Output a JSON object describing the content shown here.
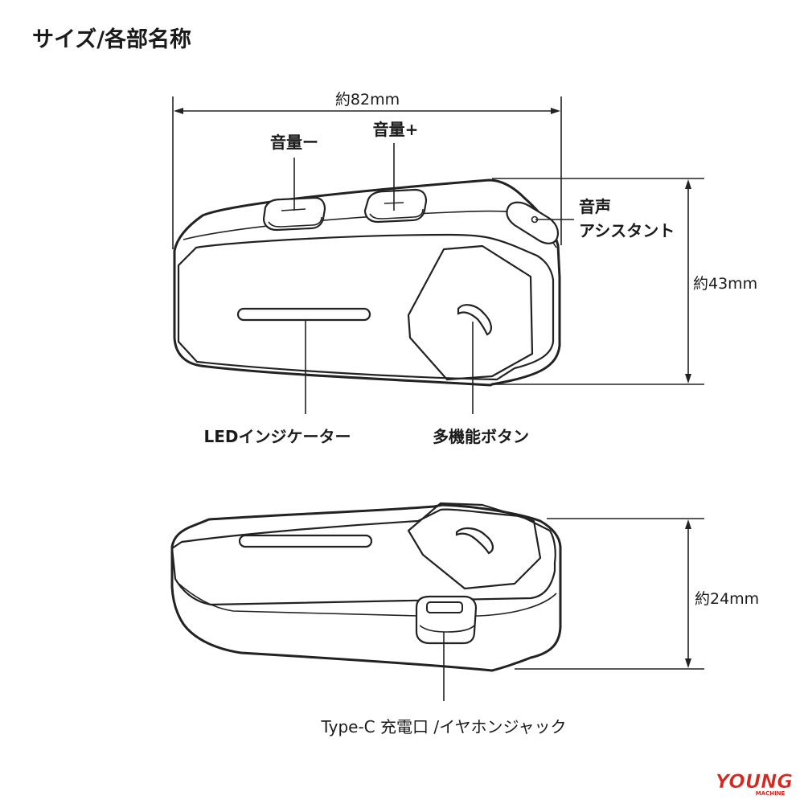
{
  "title": "サイズ/各部名称",
  "dimensions": {
    "width": "約82mm",
    "height": "約43mm",
    "depth": "約24mm"
  },
  "labels": {
    "volume_down": "音量ー",
    "volume_up": "音量+",
    "voice_assistant_line1": "音声",
    "voice_assistant_line2": "アシスタント",
    "led_indicator": "LEDインジケーター",
    "multi_function_button": "多機能ボタン",
    "charging_port": "Type-C 充電口 /イヤホンジャック"
  },
  "watermark": {
    "text": "YOUNG",
    "subtext": "MACHINE",
    "color": "#d7261e"
  }
}
